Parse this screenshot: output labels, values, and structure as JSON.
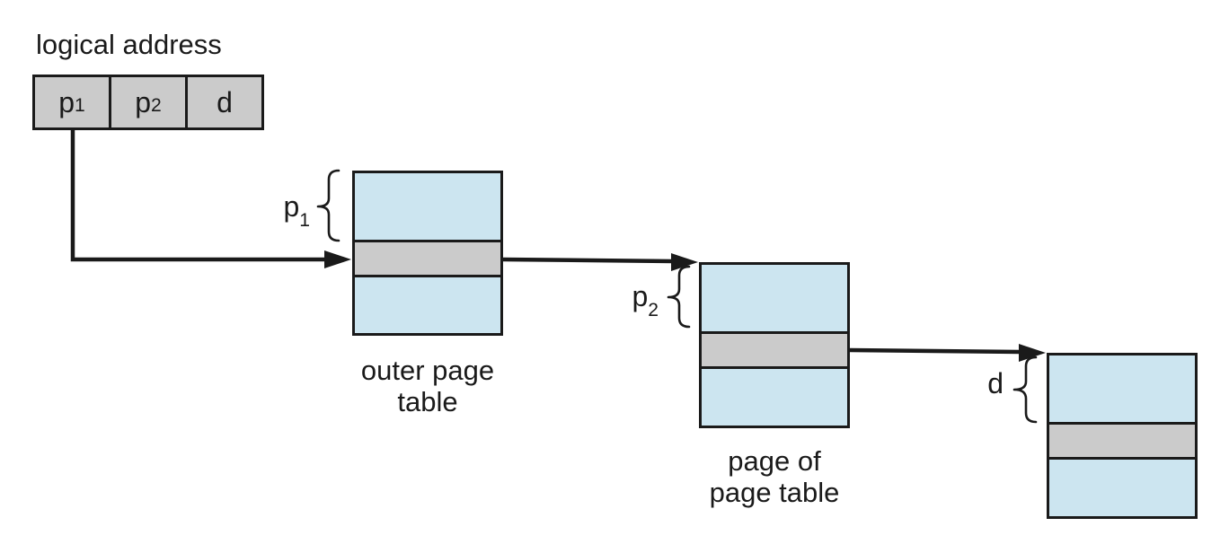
{
  "colors": {
    "table_blue": "#cce5f0",
    "row_gray": "#cbcbcb",
    "line_black": "#1a1a1a",
    "text_black": "#1a1a1a"
  },
  "logical_address": {
    "label": "logical address",
    "fields": [
      {
        "base": "p",
        "sub": "1"
      },
      {
        "base": "p",
        "sub": "2"
      },
      {
        "base": "d",
        "sub": ""
      }
    ]
  },
  "tables": [
    {
      "id": "outer-page-table",
      "index": {
        "base": "p",
        "sub": "1"
      },
      "caption": [
        "outer page",
        "table"
      ]
    },
    {
      "id": "page-of-page-table",
      "index": {
        "base": "p",
        "sub": "2"
      },
      "caption": [
        "page of",
        "page table"
      ]
    },
    {
      "id": "final-page",
      "index": {
        "base": "d",
        "sub": ""
      },
      "caption": [
        "",
        ""
      ]
    }
  ]
}
